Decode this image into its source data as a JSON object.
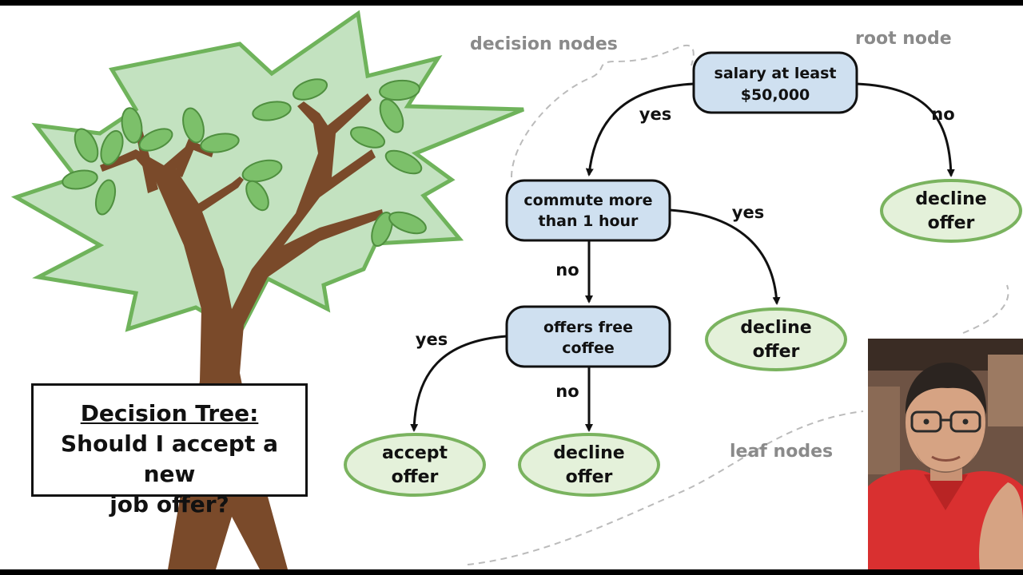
{
  "colors": {
    "decision_fill": "#cfe0f0",
    "leaf_fill": "#e4f1da",
    "leaf_stroke": "#7ab35f",
    "foliage_fill": "#c3e2c0",
    "foliage_stroke": "#6fb35b",
    "leaf_green": "#7cc06a",
    "trunk": "#7a4a2a",
    "label_gray": "#8a8a8a"
  },
  "title_box": {
    "line1": "Decision Tree:",
    "line2": "Should I accept a new",
    "line3": "job offer?"
  },
  "annotations": {
    "decision_nodes": "decision nodes",
    "root_node": "root node",
    "leaf_nodes": "leaf nodes"
  },
  "nodes": {
    "root": {
      "line1": "salary at least",
      "line2": "$50,000"
    },
    "commute": {
      "line1": "commute more",
      "line2": "than 1 hour"
    },
    "coffee": {
      "line1": "offers free",
      "line2": "coffee"
    },
    "leaf_decline_salary": {
      "line1": "decline",
      "line2": "offer"
    },
    "leaf_decline_commute": {
      "line1": "decline",
      "line2": "offer"
    },
    "leaf_accept": {
      "line1": "accept",
      "line2": "offer"
    },
    "leaf_decline_coffee": {
      "line1": "decline",
      "line2": "offer"
    }
  },
  "edges": {
    "root_yes": "yes",
    "root_no": "no",
    "commute_yes": "yes",
    "commute_no": "no",
    "coffee_yes": "yes",
    "coffee_no": "no"
  },
  "presenter": {
    "shirt_color": "#d93030",
    "skin_color": "#d6a383",
    "hair_color": "#2b2420",
    "background_color": "#7a5a46"
  }
}
